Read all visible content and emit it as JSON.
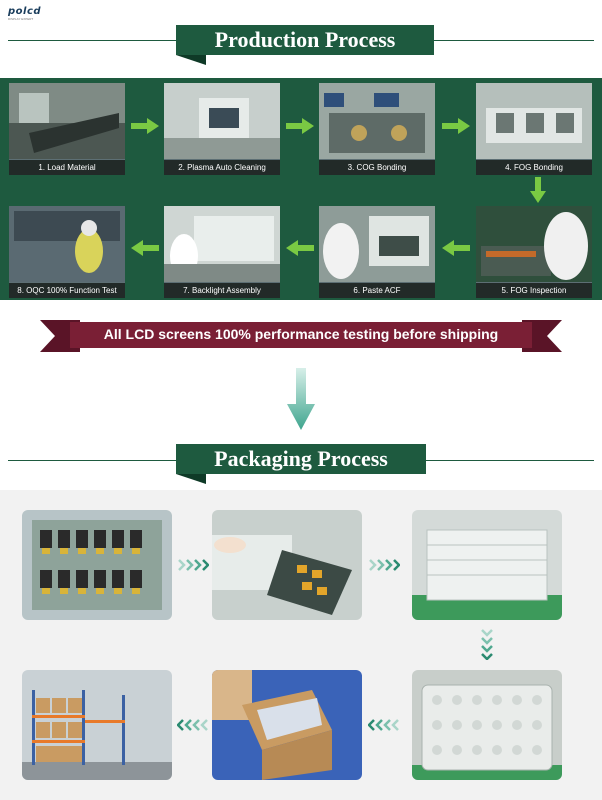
{
  "logo": {
    "text": "polcd",
    "sub": "DISPLAY EXPERT"
  },
  "production": {
    "title": "Production Process",
    "steps": [
      {
        "label": "1. Load Material"
      },
      {
        "label": "2. Plasma Auto Cleaning"
      },
      {
        "label": "3. COG Bonding"
      },
      {
        "label": "4. FOG Bonding"
      },
      {
        "label": "5. FOG Inspection"
      },
      {
        "label": "6. Paste ACF"
      },
      {
        "label": "7. Backlight Assembly"
      },
      {
        "label": "8. OQC 100% Function Test"
      }
    ]
  },
  "ribbon": {
    "text": "All LCD screens 100% performance testing before shipping"
  },
  "packaging": {
    "title": "Packaging Process",
    "chevrons": "›››"
  },
  "colors": {
    "green": "#1e5a3f",
    "ribbon": "#7a1f35",
    "arrow_green": "#7ac943",
    "arrow_teal": "#5bb5a2"
  }
}
